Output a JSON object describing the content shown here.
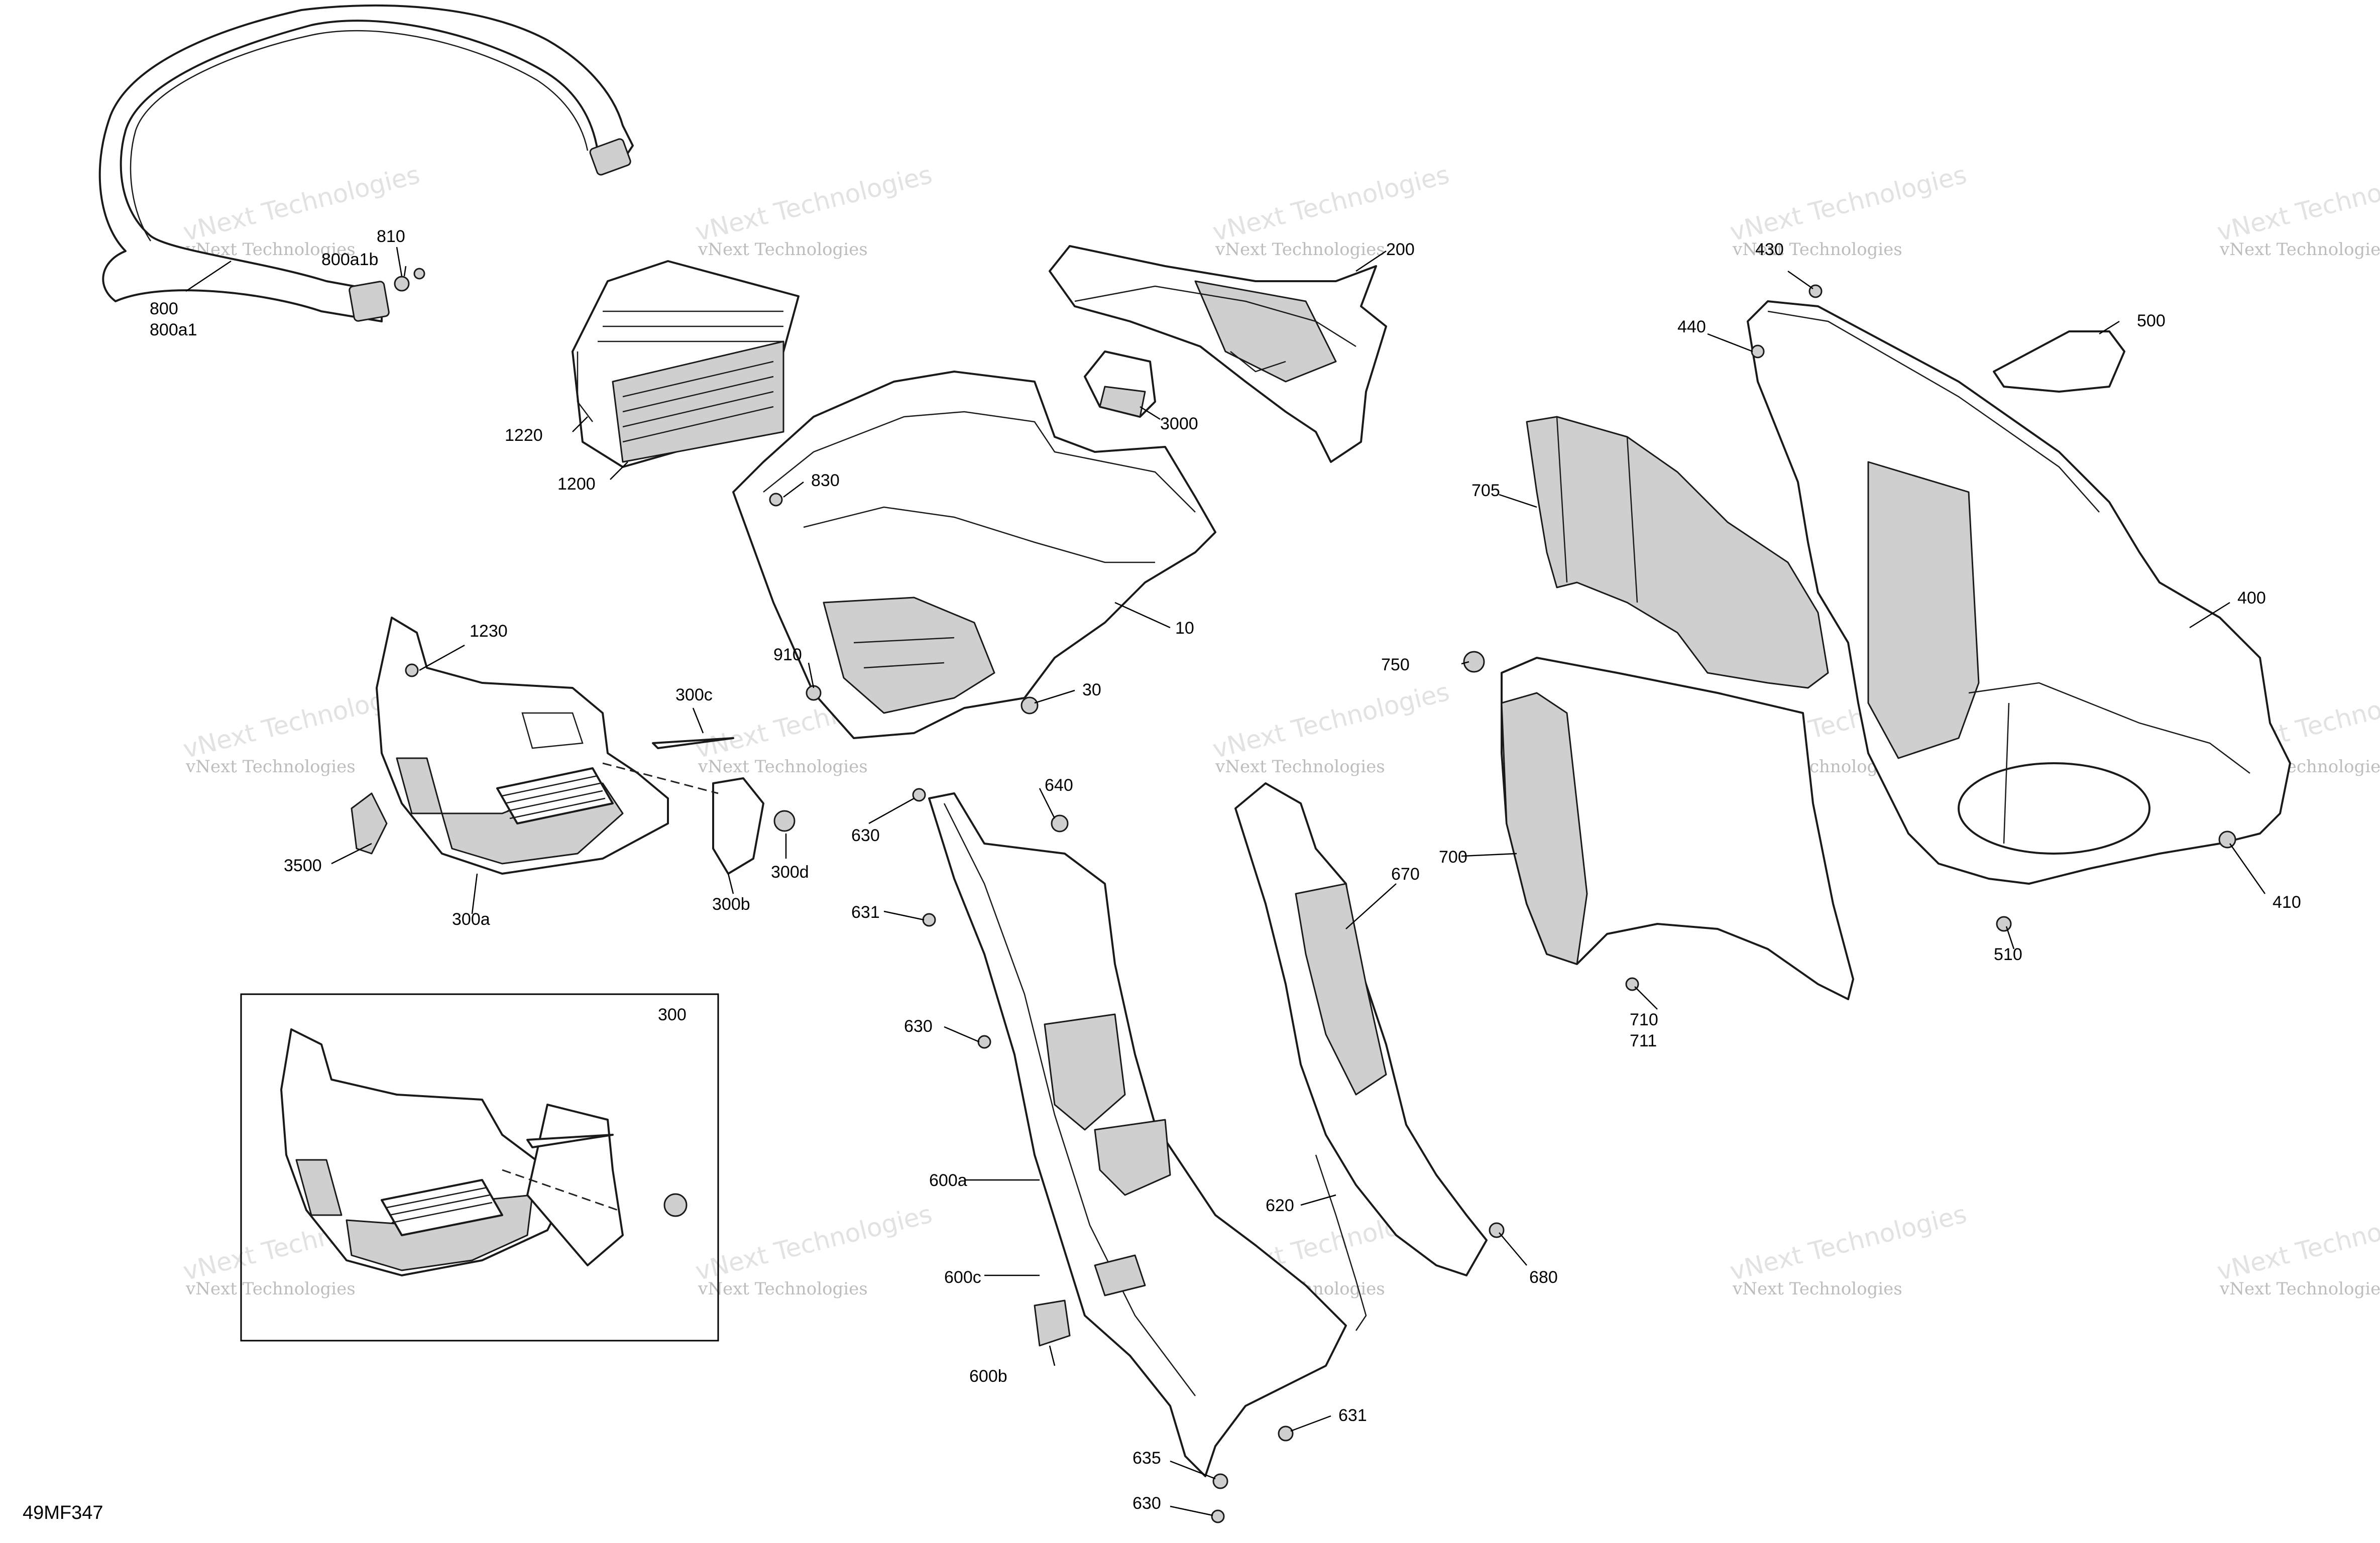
{
  "diagram_code": "49MF347",
  "watermark": {
    "line1": "vNext Technologies",
    "line2": "vNext Technologies"
  },
  "inset": {
    "label": "300"
  },
  "part_labels": [
    {
      "id": "810",
      "text": "810"
    },
    {
      "id": "800a1b",
      "text": "800a1b"
    },
    {
      "id": "800",
      "text": "800"
    },
    {
      "id": "800a1",
      "text": "800a1"
    },
    {
      "id": "1220",
      "text": "1220"
    },
    {
      "id": "1200",
      "text": "1200"
    },
    {
      "id": "200",
      "text": "200"
    },
    {
      "id": "3000",
      "text": "3000"
    },
    {
      "id": "830",
      "text": "830"
    },
    {
      "id": "10",
      "text": "10"
    },
    {
      "id": "910",
      "text": "910"
    },
    {
      "id": "30",
      "text": "30"
    },
    {
      "id": "1230",
      "text": "1230"
    },
    {
      "id": "300c",
      "text": "300c"
    },
    {
      "id": "3500",
      "text": "3500"
    },
    {
      "id": "300a",
      "text": "300a"
    },
    {
      "id": "300b",
      "text": "300b"
    },
    {
      "id": "300d",
      "text": "300d"
    },
    {
      "id": "630-a",
      "text": "630"
    },
    {
      "id": "640",
      "text": "640"
    },
    {
      "id": "631-a",
      "text": "631"
    },
    {
      "id": "630-b",
      "text": "630"
    },
    {
      "id": "600a",
      "text": "600a"
    },
    {
      "id": "600c",
      "text": "600c"
    },
    {
      "id": "600b",
      "text": "600b"
    },
    {
      "id": "631-b",
      "text": "631"
    },
    {
      "id": "635",
      "text": "635"
    },
    {
      "id": "630-c",
      "text": "630"
    },
    {
      "id": "670",
      "text": "670"
    },
    {
      "id": "620",
      "text": "620"
    },
    {
      "id": "680",
      "text": "680"
    },
    {
      "id": "705",
      "text": "705"
    },
    {
      "id": "750",
      "text": "750"
    },
    {
      "id": "700",
      "text": "700"
    },
    {
      "id": "710",
      "text": "710"
    },
    {
      "id": "711",
      "text": "711"
    },
    {
      "id": "430",
      "text": "430"
    },
    {
      "id": "440",
      "text": "440"
    },
    {
      "id": "500",
      "text": "500"
    },
    {
      "id": "400",
      "text": "400"
    },
    {
      "id": "410",
      "text": "410"
    },
    {
      "id": "510",
      "text": "510"
    }
  ]
}
